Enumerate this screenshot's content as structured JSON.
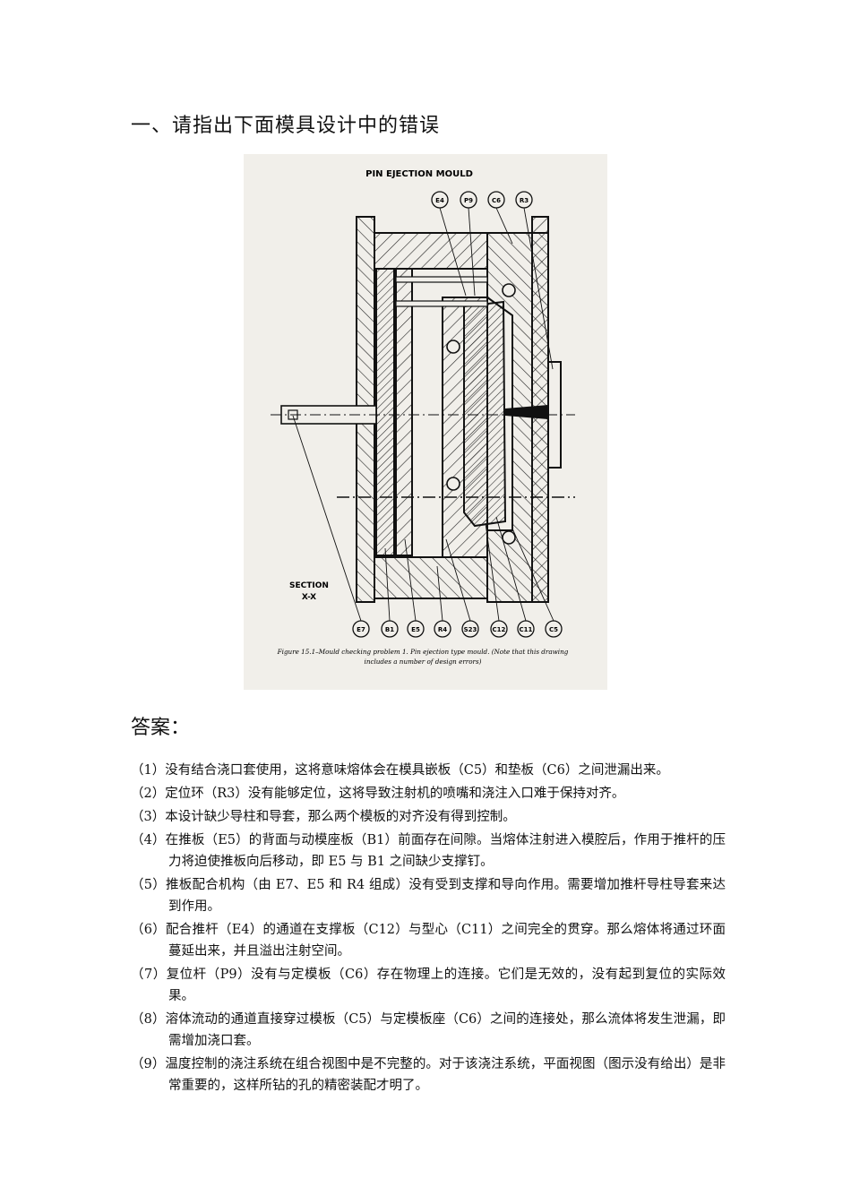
{
  "title": "一、请指出下面模具设计中的错误",
  "figure": {
    "heading": "PIN EJECTION MOULD",
    "section_label_1": "SECTION",
    "section_label_2": "X-X",
    "caption_line1": "Figure 15.1–Mould checking problem 1. Pin ejection type mould. (Note that this drawing",
    "caption_line2": "includes a number of design errors)",
    "top_labels": [
      "E4",
      "P9",
      "C6",
      "R3"
    ],
    "bottom_labels": [
      "E7",
      "B1",
      "E5",
      "R4",
      "S23",
      "C12",
      "C11",
      "C5"
    ]
  },
  "answer_heading": "答案：",
  "items": [
    "（1）没有结合浇口套使用，这将意味熔体会在模具嵌板（C5）和垫板（C6）之间泄漏出来。",
    "（2）定位环（R3）没有能够定位，这将导致注射机的喷嘴和浇注入口难于保持对齐。",
    "（3）本设计缺少导柱和导套，那么两个模板的对齐没有得到控制。",
    "（4）在推板（E5）的背面与动模座板（B1）前面存在间隙。当熔体注射进入模腔后，作用于推杆的压力将迫使推板向后移动，即 E5 与 B1 之间缺少支撑钉。",
    "（5）推板配合机构（由 E7、E5 和 R4 组成）没有受到支撑和导向作用。需要增加推杆导柱导套来达到作用。",
    "（6）配合推杆（E4）的通道在支撑板（C12）与型心（C11）之间完全的贯穿。那么熔体将通过环面蔓延出来，并且溢出注射空间。",
    "（7）复位杆（P9）没有与定模板（C6）存在物理上的连接。它们是无效的，没有起到复位的实际效果。",
    "（8）溶体流动的通道直接穿过模板（C5）与定模板座（C6）之间的连接处，那么流体将发生泄漏，即需增加浇口套。",
    "（9）温度控制的浇注系统在组合视图中是不完整的。对于该浇注系统，平面视图（图示没有给出）是非常重要的，这样所钻的孔的精密装配才明了。"
  ]
}
